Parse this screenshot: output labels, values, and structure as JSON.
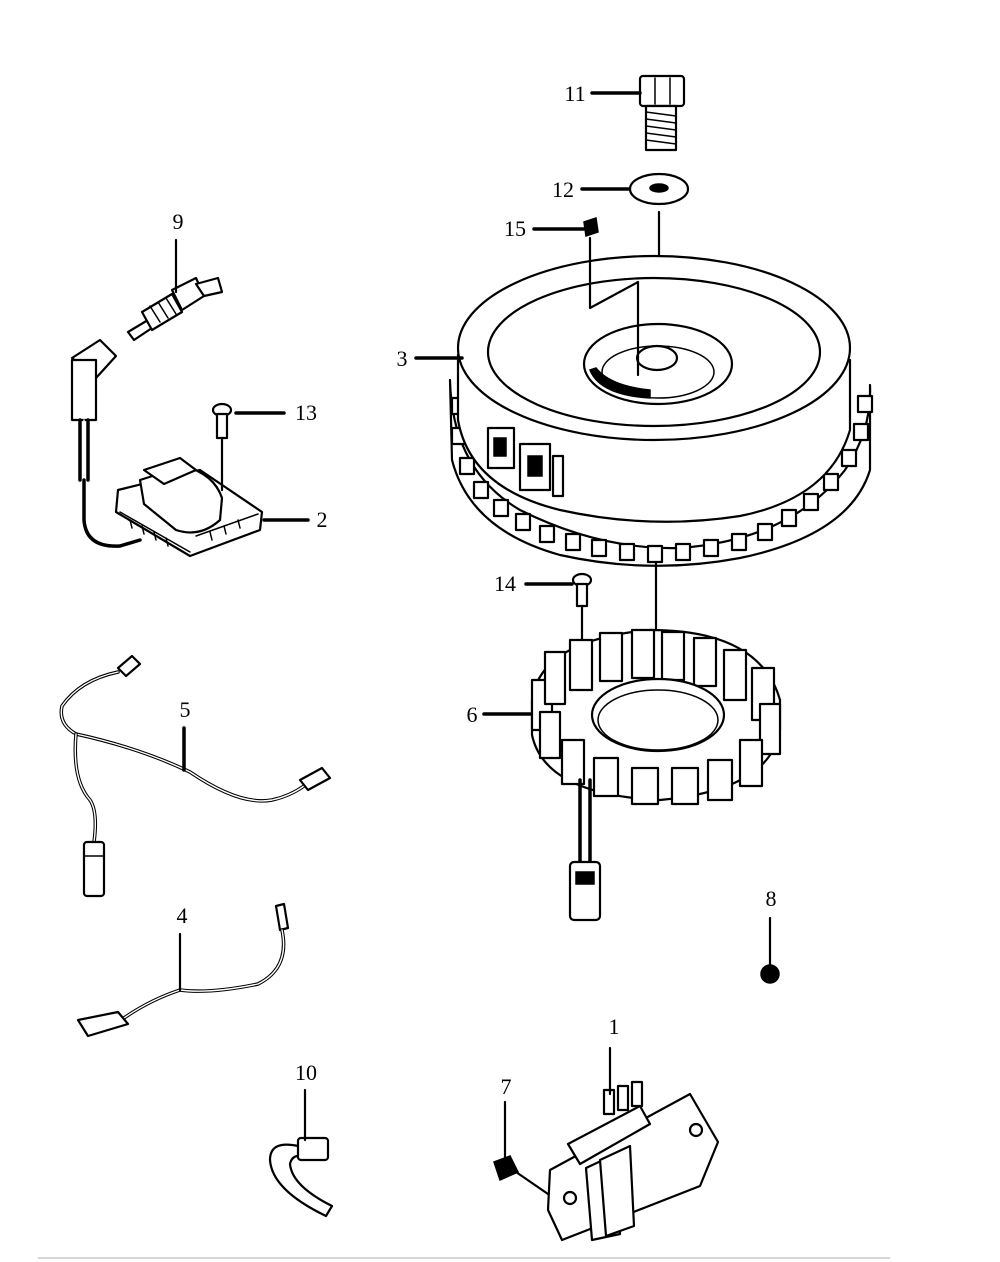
{
  "callouts": {
    "p1": "1",
    "p2": "2",
    "p3": "3",
    "p4": "4",
    "p5": "5",
    "p6": "6",
    "p7": "7",
    "p8": "8",
    "p9": "9",
    "p10": "10",
    "p11": "11",
    "p12": "12",
    "p13": "13",
    "p14": "14",
    "p15": "15"
  },
  "colors": {
    "ink": "#000000",
    "paper": "#ffffff",
    "rule": "#c8c8c8"
  }
}
